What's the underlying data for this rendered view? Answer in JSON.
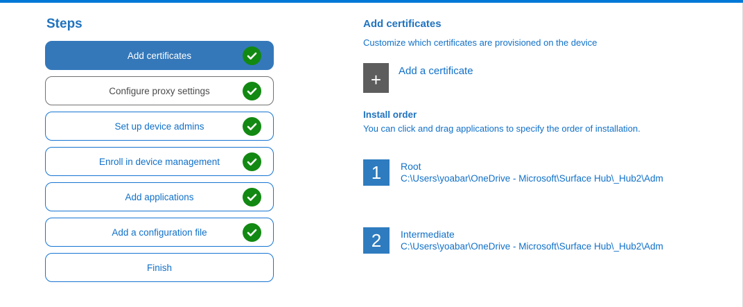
{
  "colors": {
    "topbar": "#0078D7",
    "heading_blue": "#2073BF",
    "accent_text": "#1070C8",
    "active_step_bg": "#3478BA",
    "step_border": "#1574D2",
    "gray_step_border": "#707070",
    "gray_step_text": "#4A4A4A",
    "check_green": "#128912",
    "add_button_gray": "#5D5D5D",
    "number_badge_blue": "#2E7CBF"
  },
  "steps_panel": {
    "title": "Steps",
    "steps": [
      {
        "label": "Add certificates",
        "state": "active",
        "checked": true
      },
      {
        "label": "Configure proxy settings",
        "state": "gray",
        "checked": true
      },
      {
        "label": "Set up device admins",
        "state": "normal",
        "checked": true
      },
      {
        "label": "Enroll in device management",
        "state": "normal",
        "checked": true
      },
      {
        "label": "Add applications",
        "state": "normal",
        "checked": true
      },
      {
        "label": "Add a configuration file",
        "state": "normal",
        "checked": true
      },
      {
        "label": "Finish",
        "state": "normal",
        "checked": false
      }
    ]
  },
  "content": {
    "title": "Add certificates",
    "subtitle": "Customize which certificates are provisioned on the device",
    "add_icon": "+",
    "add_label": "Add a certificate",
    "install_order": {
      "title": "Install order",
      "instruction": "You can click and drag applications to specify the order of installation.",
      "items": [
        {
          "number": "1",
          "name": "Root",
          "path": "C:\\Users\\yoabar\\OneDrive - Microsoft\\Surface Hub\\_Hub2\\Adm"
        },
        {
          "number": "2",
          "name": "Intermediate",
          "path": "C:\\Users\\yoabar\\OneDrive - Microsoft\\Surface Hub\\_Hub2\\Adm"
        }
      ]
    }
  }
}
